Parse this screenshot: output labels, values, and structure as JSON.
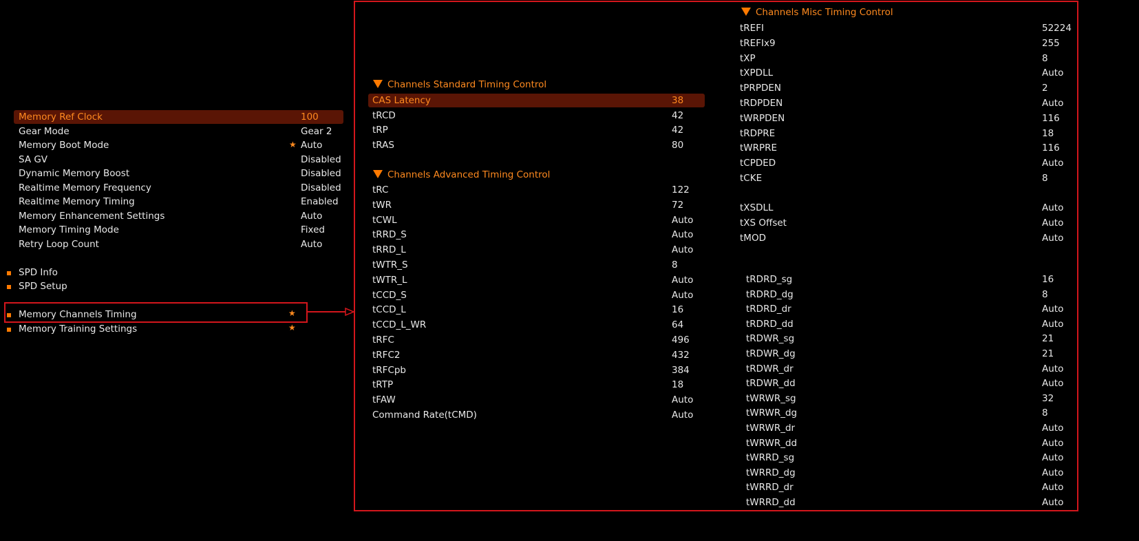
{
  "left_panel": {
    "items": [
      {
        "label": "Memory Ref Clock",
        "value": "100",
        "selected": true
      },
      {
        "label": "Gear Mode",
        "value": "Gear 2"
      },
      {
        "label": "Memory Boot Mode",
        "value": "Auto",
        "starred": true
      },
      {
        "label": "SA GV",
        "value": "Disabled"
      },
      {
        "label": "Dynamic Memory Boost",
        "value": "Disabled"
      },
      {
        "label": "Realtime Memory Frequency",
        "value": "Disabled"
      },
      {
        "label": "Realtime Memory Timing",
        "value": "Enabled"
      },
      {
        "label": "Memory Enhancement Settings",
        "value": "Auto"
      },
      {
        "label": "Memory Timing Mode",
        "value": "Fixed"
      },
      {
        "label": "Retry Loop Count",
        "value": "Auto"
      }
    ],
    "submenus": [
      {
        "label": "SPD Info"
      },
      {
        "label": "SPD Setup"
      },
      {
        "label": "Memory Channels Timing",
        "starred": true,
        "highlighted": true
      },
      {
        "label": "Memory Training Settings",
        "starred": true
      }
    ]
  },
  "standard": {
    "title": "Channels Standard Timing Control",
    "rows": [
      {
        "label": "CAS Latency",
        "value": "38",
        "selected": true
      },
      {
        "label": "tRCD",
        "value": "42"
      },
      {
        "label": "tRP",
        "value": "42"
      },
      {
        "label": "tRAS",
        "value": "80"
      }
    ]
  },
  "advanced": {
    "title": "Channels Advanced Timing Control",
    "rows": [
      {
        "label": "tRC",
        "value": "122"
      },
      {
        "label": "tWR",
        "value": "72"
      },
      {
        "label": "tCWL",
        "value": "Auto"
      },
      {
        "label": "tRRD_S",
        "value": "Auto"
      },
      {
        "label": "tRRD_L",
        "value": "Auto"
      },
      {
        "label": "tWTR_S",
        "value": "8"
      },
      {
        "label": "tWTR_L",
        "value": "Auto"
      },
      {
        "label": "tCCD_S",
        "value": "Auto"
      },
      {
        "label": "tCCD_L",
        "value": "16"
      },
      {
        "label": "tCCD_L_WR",
        "value": "64"
      },
      {
        "label": "tRFC",
        "value": "496"
      },
      {
        "label": "tRFC2",
        "value": "432"
      },
      {
        "label": "tRFCpb",
        "value": "384"
      },
      {
        "label": "tRTP",
        "value": "18"
      },
      {
        "label": "tFAW",
        "value": "Auto"
      },
      {
        "label": "Command Rate(tCMD)",
        "value": "Auto"
      }
    ]
  },
  "misc": {
    "title": "Channels Misc Timing Control",
    "rows": [
      {
        "label": "tREFI",
        "value": "52224"
      },
      {
        "label": "tREFIx9",
        "value": "255"
      },
      {
        "label": "tXP",
        "value": "8"
      },
      {
        "label": "tXPDLL",
        "value": "Auto"
      },
      {
        "label": "tPRPDEN",
        "value": "2"
      },
      {
        "label": "tRDPDEN",
        "value": "Auto"
      },
      {
        "label": "tWRPDEN",
        "value": "116"
      },
      {
        "label": "tRDPRE",
        "value": "18"
      },
      {
        "label": "tWRPRE",
        "value": "116"
      },
      {
        "label": "tCPDED",
        "value": "Auto"
      },
      {
        "label": "tCKE",
        "value": "8"
      }
    ],
    "rows2": [
      {
        "label": "tXSDLL",
        "value": "Auto"
      },
      {
        "label": "tXS Offset",
        "value": "Auto"
      },
      {
        "label": "tMOD",
        "value": "Auto"
      }
    ],
    "rows3": [
      {
        "label": "tRDRD_sg",
        "value": "16"
      },
      {
        "label": "tRDRD_dg",
        "value": "8"
      },
      {
        "label": "tRDRD_dr",
        "value": "Auto"
      },
      {
        "label": "tRDRD_dd",
        "value": "Auto"
      },
      {
        "label": "tRDWR_sg",
        "value": "21"
      },
      {
        "label": "tRDWR_dg",
        "value": "21"
      },
      {
        "label": "tRDWR_dr",
        "value": "Auto"
      },
      {
        "label": "tRDWR_dd",
        "value": "Auto"
      },
      {
        "label": "tWRWR_sg",
        "value": "32"
      },
      {
        "label": "tWRWR_dg",
        "value": "8"
      },
      {
        "label": "tWRWR_dr",
        "value": "Auto"
      },
      {
        "label": "tWRWR_dd",
        "value": "Auto"
      },
      {
        "label": "tWRRD_sg",
        "value": "Auto"
      },
      {
        "label": "tWRRD_dg",
        "value": "Auto"
      },
      {
        "label": "tWRRD_dr",
        "value": "Auto"
      },
      {
        "label": "tWRRD_dd",
        "value": "Auto"
      }
    ]
  },
  "colors": {
    "accent": "#ff8a1f",
    "highlight": "#5a1505",
    "annotation": "#d4161c"
  }
}
